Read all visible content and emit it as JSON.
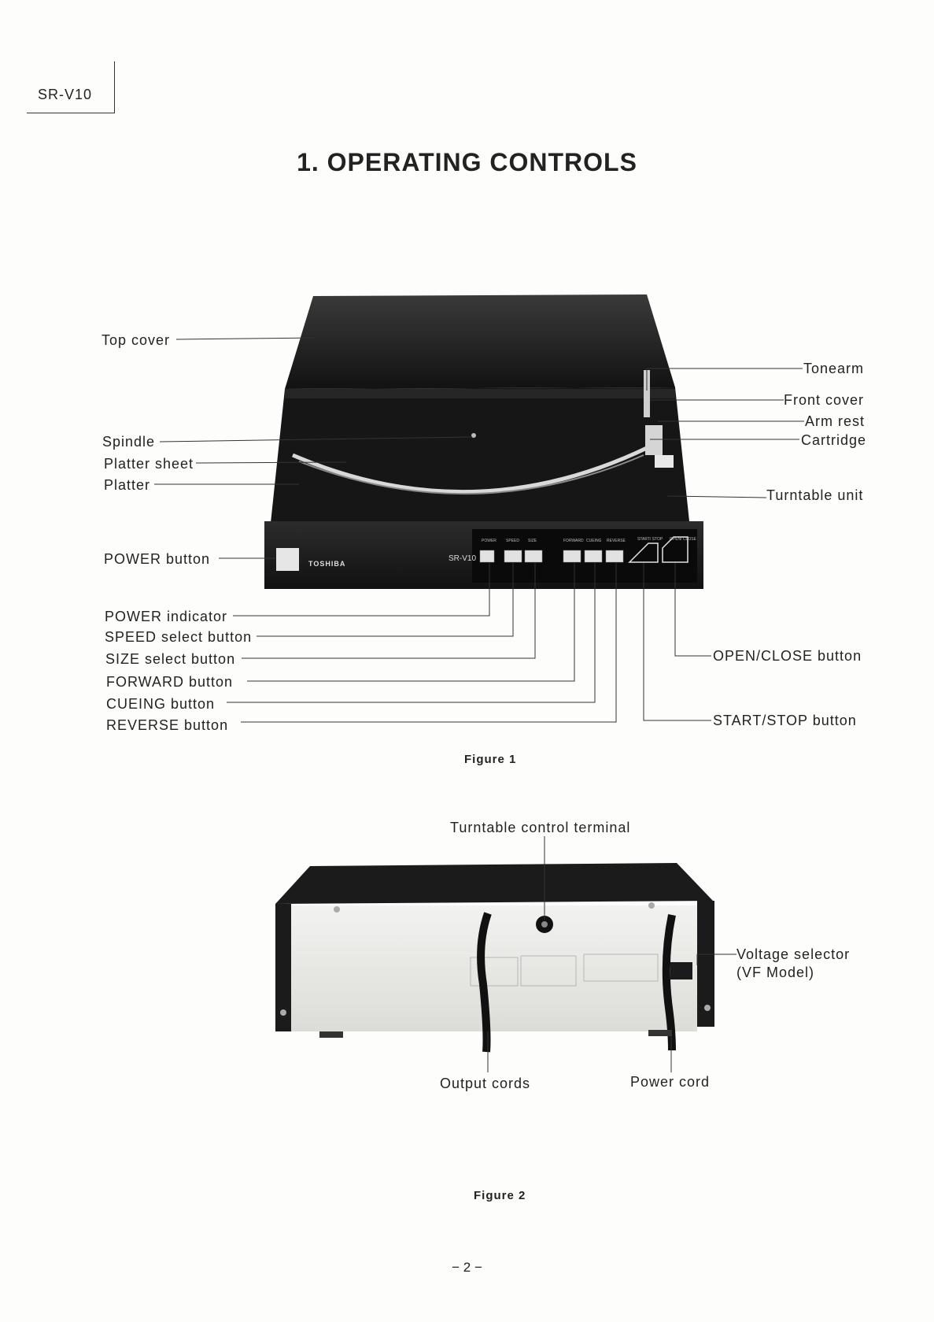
{
  "header": {
    "model": "SR-V10"
  },
  "title": "1. OPERATING CONTROLS",
  "figure1": {
    "caption": "Figure 1",
    "brand": "TOSHIBA",
    "panel_labels": {
      "power": "POWER",
      "speed": "SPEED",
      "size": "SIZE",
      "forward": "FORWARD",
      "cueing": "CUEING",
      "reverse": "REVERSE",
      "start_stop": "START/ STOP",
      "open_close": "OPEN/ CLOSE",
      "model": "SR-V10"
    },
    "labels": {
      "top_cover": "Top cover",
      "spindle": "Spindle",
      "platter_sheet": "Platter sheet",
      "platter": "Platter",
      "power_button": "POWER button",
      "power_indicator": "POWER indicator",
      "speed_select": "SPEED select button",
      "size_select": "SIZE select button",
      "forward_button": "FORWARD button",
      "cueing_button": "CUEING button",
      "reverse_button": "REVERSE button",
      "tonearm": "Tonearm",
      "front_cover": "Front cover",
      "arm_rest": "Arm rest",
      "cartridge": "Cartridge",
      "turntable_unit": "Turntable unit",
      "open_close_button": "OPEN/CLOSE button",
      "start_stop_button": "START/STOP button"
    }
  },
  "figure2": {
    "caption": "Figure 2",
    "labels": {
      "control_terminal": "Turntable control terminal",
      "voltage_selector_1": "Voltage selector",
      "voltage_selector_2": "(VF Model)",
      "output_cords": "Output cords",
      "power_cord": "Power cord"
    }
  },
  "footer": {
    "page": "− 2 −"
  }
}
